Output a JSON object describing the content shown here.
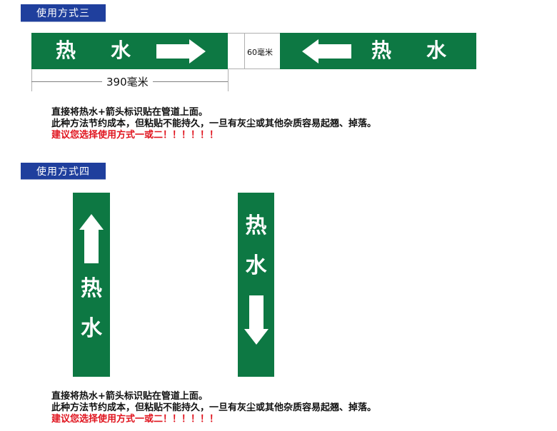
{
  "section3": {
    "header": "使用方式三",
    "left_band": {
      "char1": "热",
      "char2": "水",
      "arrow": "arrow-right"
    },
    "gap_label": "60毫米",
    "right_band": {
      "char1": "热",
      "char2": "水",
      "arrow": "arrow-left"
    },
    "dimension_label": "390毫米",
    "notes": [
      "直接将热水+箭头标识贴在管道上面。",
      "此种方法节约成本，但粘贴不能持久，一旦有灰尘或其他杂质容易起翘、掉落。",
      "建议您选择使用方式一或二！！！！！！"
    ]
  },
  "section4": {
    "header": "使用方式四",
    "strip_up": {
      "arrow": "arrow-up",
      "char1": "热",
      "char2": "水"
    },
    "strip_down": {
      "char1": "热",
      "char2": "水",
      "arrow": "arrow-down"
    },
    "notes": [
      "直接将热水+箭头标识贴在管道上面。",
      "此种方法节约成本，但粘贴不能持久，一旦有灰尘或其他杂质容易起翘、掉落。",
      "建议您选择使用方式一或二！！！！！！"
    ]
  },
  "colors": {
    "band_green": "#0d7843",
    "header_blue": "#1f3f9d",
    "warning_red": "#e0141e"
  }
}
